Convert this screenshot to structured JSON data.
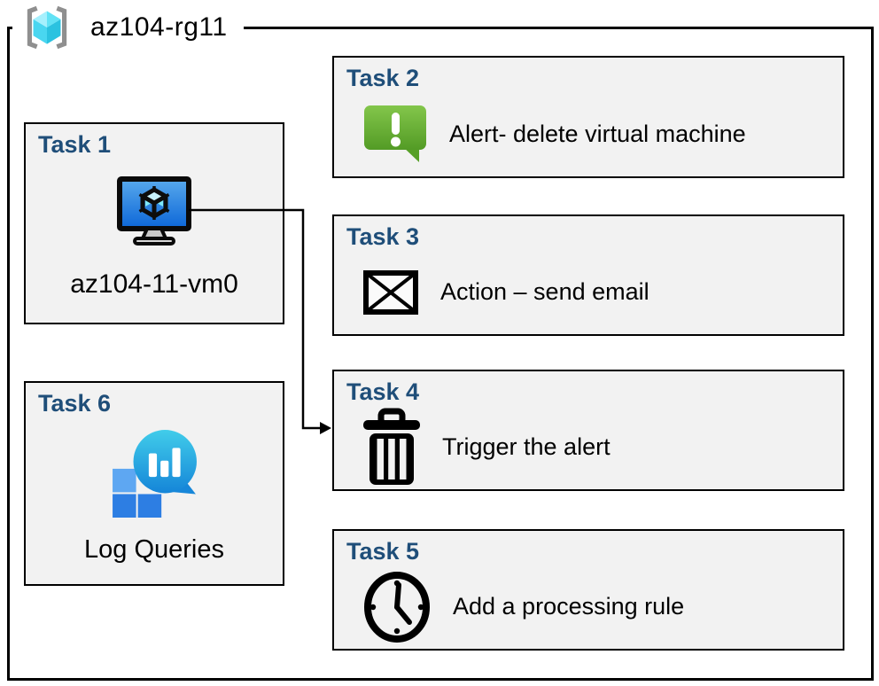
{
  "resource_group": {
    "name": "az104-rg11",
    "icon": "resource-group-icon"
  },
  "tasks": [
    {
      "id": "task-1",
      "title": "Task 1",
      "label": "az104-11-vm0",
      "icon": "virtual-machine-icon"
    },
    {
      "id": "task-2",
      "title": "Task 2",
      "label": "Alert- delete virtual machine",
      "icon": "alert-icon"
    },
    {
      "id": "task-3",
      "title": "Task 3",
      "label": "Action – send email",
      "icon": "email-icon"
    },
    {
      "id": "task-4",
      "title": "Task 4",
      "label": "Trigger the alert",
      "icon": "trash-icon"
    },
    {
      "id": "task-5",
      "title": "Task 5",
      "label": "Add a processing rule",
      "icon": "clock-icon"
    },
    {
      "id": "task-6",
      "title": "Task 6",
      "label": "Log Queries",
      "icon": "log-queries-icon"
    }
  ],
  "connector": {
    "from_task": "Task 1",
    "to_task": "Task 4"
  },
  "colors": {
    "task_title": "#1F4E79",
    "box_fill": "#F2F2F2",
    "box_border": "#000000",
    "alert_green": "#6CB33F",
    "vm_screen_blue": "#1272D4",
    "cube_cyan": "#50E6FF",
    "log_bubble_teal": "#2BAFE0",
    "log_square_blue": "#2D7EE3"
  }
}
